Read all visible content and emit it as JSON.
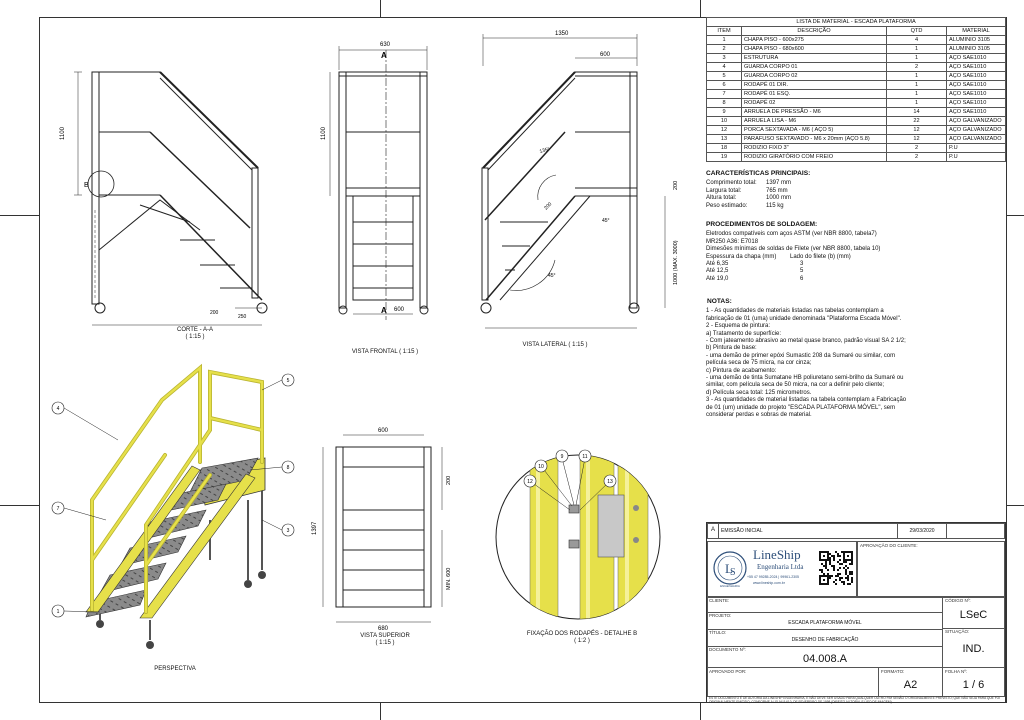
{
  "views": {
    "section": {
      "title": "CORTE - A-A",
      "scale": "( 1:15 )",
      "dims": [
        "1100",
        "B",
        "200",
        "250"
      ]
    },
    "front": {
      "title": "VISTA FRONTAL ( 1:15 )",
      "dims": [
        "630",
        "1100",
        "600",
        "A",
        "A"
      ]
    },
    "side": {
      "title": "VISTA LATERAL ( 1:15 )",
      "dims": [
        "1350",
        "600",
        "200",
        "1000 (MAX. 3000)",
        "135°",
        "45°",
        "45°",
        "200"
      ]
    },
    "top": {
      "title": "VISTA SUPERIOR",
      "scale": "( 1:15 )",
      "dims": [
        "600",
        "200",
        "1397",
        "MIN. 600",
        "680"
      ]
    },
    "detail": {
      "title": "FIXAÇÃO DOS RODAPÉS - DETALHE B",
      "scale": "( 1:2 )",
      "balloons": [
        "10",
        "9",
        "11",
        "12",
        "13"
      ]
    },
    "perspective": {
      "title": "PERSPECTIVA",
      "balloons": [
        "4",
        "7",
        "1",
        "5",
        "8",
        "3"
      ]
    }
  },
  "material_list": {
    "title": "LISTA DE MATERIAL - ESCADA PLATAFORMA",
    "headers": [
      "ITEM",
      "DESCRIÇÃO",
      "QTD",
      "MATERIAL"
    ],
    "rows": [
      [
        "1",
        "CHAPA PISO - 600x275",
        "4",
        "ALUMINIO 3105"
      ],
      [
        "2",
        "CHAPA PISO - 680x600",
        "1",
        "ALUMINIO 3105"
      ],
      [
        "3",
        "ESTRUTURA",
        "1",
        "AÇO SAE1010"
      ],
      [
        "4",
        "GUARDA CORPO 01",
        "2",
        "AÇO SAE1010"
      ],
      [
        "5",
        "GUARDA CORPO 02",
        "1",
        "AÇO SAE1010"
      ],
      [
        "6",
        "RODAPÉ 01 DIR.",
        "1",
        "AÇO SAE1010"
      ],
      [
        "7",
        "RODAPÉ 01 ESQ.",
        "1",
        "AÇO SAE1010"
      ],
      [
        "8",
        "RODAPÉ 02",
        "1",
        "AÇO SAE1010"
      ],
      [
        "9",
        "ARRUELA DE PRESSÃO - M6",
        "14",
        "AÇO SAE1010"
      ],
      [
        "10",
        "ARRUELA LISA - M6",
        "22",
        "AÇO GALVANIZADO"
      ],
      [
        "12",
        "PORCA SEXTAVADA - M6 ( AÇO 5)",
        "12",
        "AÇO GALVANIZADO"
      ],
      [
        "13",
        "PARAFUSO SEXTAVADO - M6 x 20mm (AÇO 5.8)",
        "12",
        "AÇO GALVANIZADO"
      ],
      [
        "18",
        "RODIZIO FIXO 3\"",
        "2",
        "P.U"
      ],
      [
        "19",
        "RODIZIO GIRATÓRIO COM FREIO",
        "2",
        "P.U"
      ]
    ]
  },
  "characteristics": {
    "title": "CARACTERÍSTICAS PRINCIPAIS:",
    "rows": [
      [
        "Comprimento total:",
        "1397 mm"
      ],
      [
        "Largura total:",
        "765 mm"
      ],
      [
        "Altura total:",
        "1000 mm"
      ],
      [
        "Peso estimado:",
        "115 kg"
      ]
    ]
  },
  "welding": {
    "title": "PROCEDIMENTOS DE SOLDAGEM:",
    "lines": [
      "Eletrodos compatíveis com aços ASTM (ver NBR 8800, tabela7)",
      "MR250 A36: E7018",
      "Dimesões mínimas de soldas de Filete (ver NBR 8800, tabela 10)"
    ],
    "table_headers": [
      "Espessura da chapa (mm)",
      "Lado do filete (b) (mm)"
    ],
    "table_rows": [
      [
        "Até 6,35",
        "3"
      ],
      [
        "Até 12,5",
        "5"
      ],
      [
        "Até 19,0",
        "6"
      ]
    ]
  },
  "notes": {
    "title": "NOTAS:",
    "lines": [
      "1 - As quantidades de materiais listadas nas tabelas contemplam a",
      "fabricação de 01 (uma) unidade denominada \"Plataforma Escada Móvel\".",
      "2 - Esquema de pintura:",
      "a) Tratamento de superfície:",
      "- Com jateamento abrasivo ao metal quase branco, padrão visual SA 2 1/2;",
      "b) Pintura de base:",
      "- uma demão de primer epóxi Sumastic 208 da Sumaré ou similar, com",
      "película seca de 75 micra, na cor cinza;",
      "c) Pintura de acabamento:",
      "- uma demão de tinta Sumatane HB poliuretano semi-brilho da Sumaré ou",
      "similar, com película seca de 50 micra, na cor a definir pelo cliente;",
      "d) Película seca total: 125 micrometros.",
      "3 - As quantidades de material listadas na tabela contemplam a Fabricação",
      "de 01 (um) unidade do projeto \"ESCADA PLATAFORMA MÓVEL\", sem",
      "considerar perdas e sobras de material."
    ]
  },
  "title_block": {
    "revision": "A",
    "revision_desc": "EMISSÃO INICIAL",
    "revision_date": "29/03/2020",
    "company_name": "LineShip",
    "company_sub": "Engenharia Ltda",
    "company_contact": "+55 47 99285-2024 | 99961-2305",
    "company_web": "www.lineship.com.br",
    "seal_text": "ENGENHARIA",
    "aprovacao_label": "APROVAÇÃO DO CLIENTE:",
    "cliente_label": "CLIENTE:",
    "projeto_label": "PROJETO:",
    "projeto": "ESCADA PLATAFORMA MÓVEL",
    "titulo_label": "TÍTULO:",
    "titulo": "DESENHO DE FABRICAÇÃO",
    "documento_label": "DOCUMENTO Nº:",
    "documento": "04.008.A",
    "codigo_label": "CÓDIGO Nº:",
    "codigo": "LSeC",
    "situacao_label": "SITUAÇÃO:",
    "situacao": "IND.",
    "formato_label": "FORMATO:",
    "formato": "A2",
    "folha_label": "FOLHA Nº:",
    "folha": "1 / 6",
    "aprovado_label": "APROVADO POR:",
    "footer": "ESTE DOCUMENTO É DE AUTORIA DA LINESHIP ENGENHARIA, E NÃO DEVE SER USADO PARA QUALQUER OUTRO FIM SENÃO O ORIGINALMENTE PREVISTO; QUE NÃO SEJA PARA QUE FOI ORIGINALMENTE EMITIDO, CONFORME A LEI Nº 9.610, DE FEVEREIRO DE 1998 (DIREITO AUTORAL E USO DE IMAGEM)."
  },
  "colors": {
    "yellow": "#e6e04a",
    "line": "#222222",
    "floor": "#777777"
  }
}
